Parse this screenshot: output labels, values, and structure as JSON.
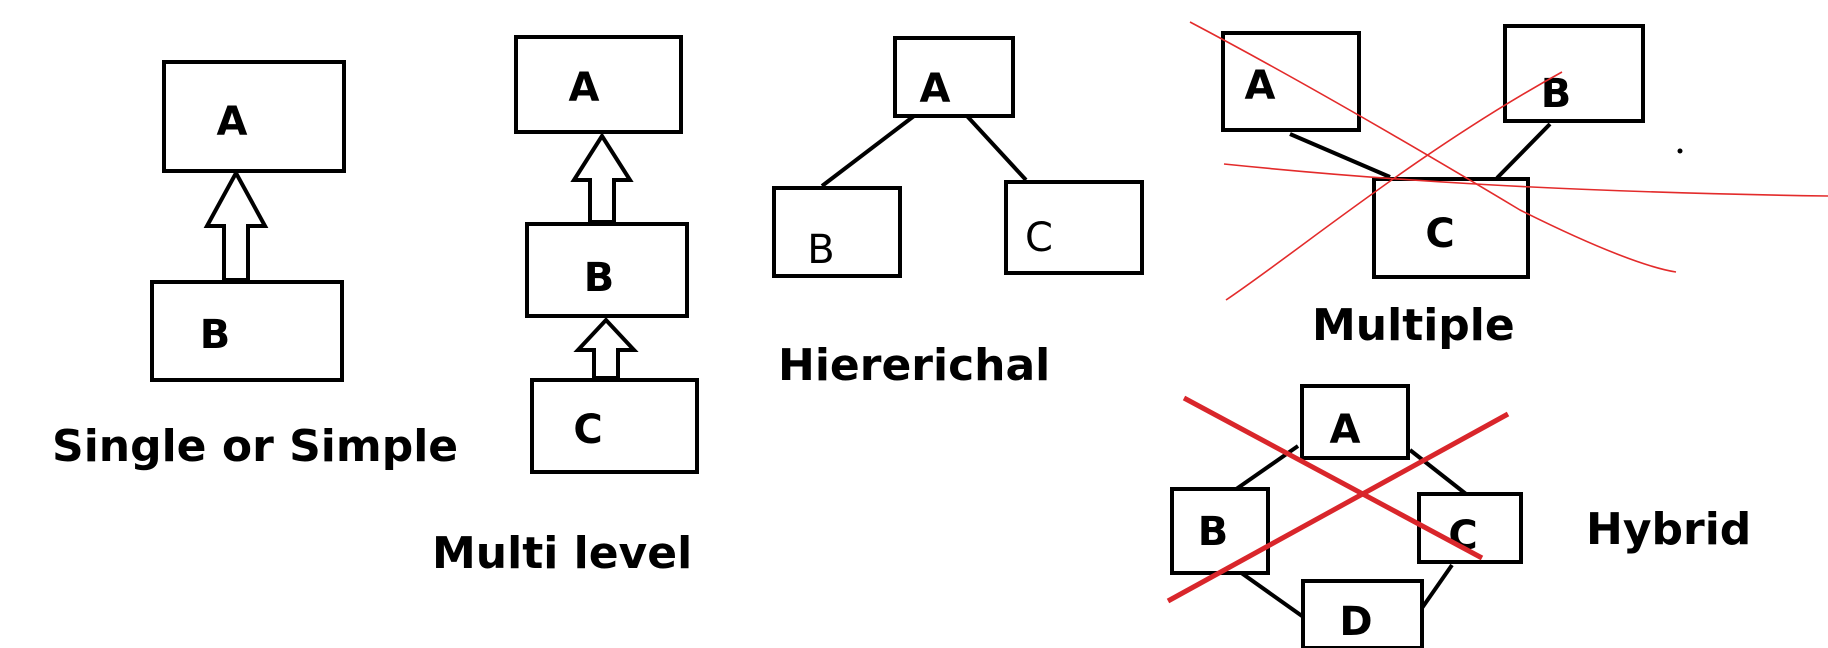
{
  "colors": {
    "ink": "#000000",
    "strike": "#d9262b",
    "background": "#ffffff"
  },
  "single": {
    "caption": "Single or Simple",
    "parent": "A",
    "child": "B"
  },
  "multilevel": {
    "caption": "Multi level",
    "top": "A",
    "middle": "B",
    "bottom": "C"
  },
  "hierarchical": {
    "caption": "Hiererichal",
    "parent": "A",
    "left_child": "B",
    "right_child": "C"
  },
  "multiple": {
    "caption": "Multiple",
    "parent_left": "A",
    "parent_right": "B",
    "child": "C",
    "crossed_out": true
  },
  "hybrid": {
    "caption": "Hybrid",
    "top": "A",
    "left": "B",
    "right": "C",
    "bottom": "D",
    "crossed_out": true
  }
}
